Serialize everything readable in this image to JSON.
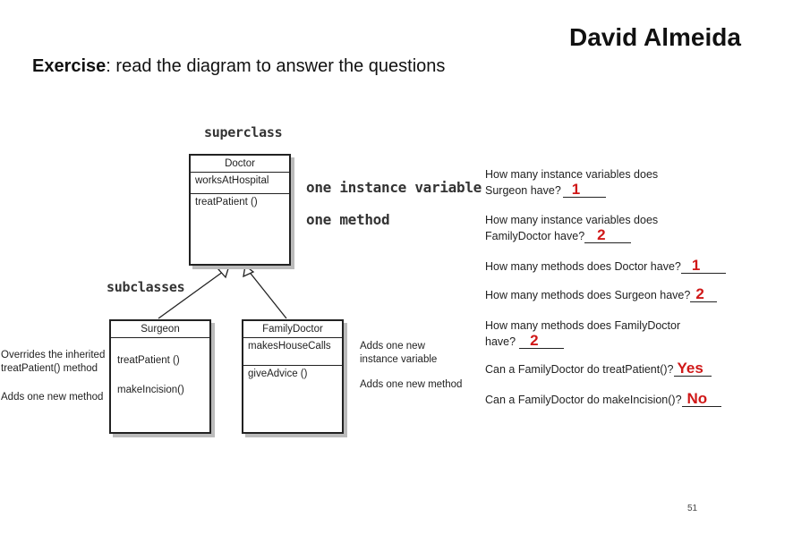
{
  "author": "David Almeida",
  "exercise": {
    "bold": "Exercise",
    "rest": ": read the diagram to answer the questions"
  },
  "labels": {
    "superclass": "superclass",
    "subclasses": "subclasses",
    "one_instance_variable": "one instance variable",
    "one_method": "one method"
  },
  "classes": {
    "doctor": {
      "name": "Doctor",
      "variable": "worksAtHospital",
      "method": "treatPatient ()"
    },
    "surgeon": {
      "name": "Surgeon",
      "method1": "treatPatient ()",
      "method2": "makeIncision()"
    },
    "family_doctor": {
      "name": "FamilyDoctor",
      "variable": "makesHouseCalls",
      "method": "giveAdvice ()"
    }
  },
  "notes": {
    "overrides": [
      "Overrides the inherited",
      "treatPatient() method"
    ],
    "adds_method_left": "Adds one new method",
    "adds_variable": [
      "Adds one new",
      "instance variable"
    ],
    "adds_method_right": "Adds one new method"
  },
  "questions": [
    {
      "lines": [
        "How many instance variables does",
        "Surgeon have?"
      ],
      "answer": "1"
    },
    {
      "lines": [
        "How many instance variables does",
        "FamilyDoctor have?"
      ],
      "answer": "2"
    },
    {
      "lines": [
        "How many methods does Doctor have?"
      ],
      "answer": "1"
    },
    {
      "lines": [
        "How many methods does Surgeon have?"
      ],
      "answer": "2"
    },
    {
      "lines": [
        "How many methods does FamilyDoctor",
        "have?"
      ],
      "answer": "2"
    },
    {
      "lines": [
        "Can a FamilyDoctor do treatPatient()?"
      ],
      "answer": "Yes"
    },
    {
      "lines": [
        "Can a FamilyDoctor do makeIncision()?"
      ],
      "answer": "No"
    }
  ],
  "page_number": "51"
}
